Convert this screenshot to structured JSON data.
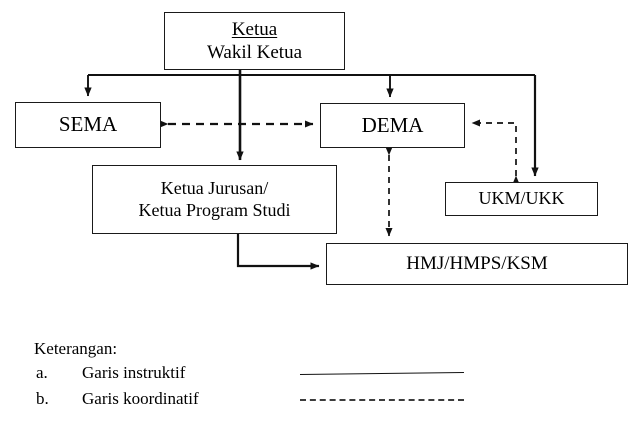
{
  "diagram": {
    "title_lines": {
      "ketua": "Ketua",
      "wakil_ketua": "Wakil Ketua"
    },
    "nodes": [
      {
        "id": "ketua",
        "lines": [
          "Ketua",
          "Wakil Ketua"
        ],
        "underline_first": true
      },
      {
        "id": "sema",
        "label": "SEMA"
      },
      {
        "id": "dema",
        "label": "DEMA"
      },
      {
        "id": "kajur",
        "lines": [
          "Ketua Jurusan/",
          "Ketua Program Studi"
        ]
      },
      {
        "id": "ukm",
        "label": "UKM/UKK"
      },
      {
        "id": "hmj",
        "label": "HMJ/HMPS/KSM"
      }
    ],
    "node_labels": {
      "sema": "SEMA",
      "dema": "DEMA",
      "ukm": "UKM/UKK",
      "hmj": "HMJ/HMPS/KSM",
      "kajur_line1": "Ketua Jurusan/",
      "kajur_line2": "Ketua Program Studi"
    },
    "edges": [
      {
        "from": "ketua",
        "to": "sema",
        "style": "solid",
        "direction": "one-way"
      },
      {
        "from": "ketua",
        "to": "dema",
        "style": "solid",
        "direction": "one-way"
      },
      {
        "from": "ketua",
        "to": "kajur",
        "style": "solid",
        "direction": "one-way"
      },
      {
        "from": "ketua",
        "to": "ukm",
        "style": "solid",
        "direction": "one-way"
      },
      {
        "from": "kajur",
        "to": "hmj",
        "style": "solid",
        "direction": "one-way"
      },
      {
        "from": "sema",
        "to": "dema",
        "style": "dashed",
        "direction": "two-way"
      },
      {
        "from": "dema",
        "to": "hmj",
        "style": "dashed",
        "direction": "two-way"
      },
      {
        "from": "ukm",
        "to": "dema",
        "style": "dashed",
        "direction": "one-way"
      }
    ],
    "colors": {
      "line": "#111111",
      "box_border": "#1a1a1a",
      "dashed_line": "#222222",
      "background": "#ffffff",
      "text": "#000000"
    }
  },
  "legend": {
    "title": "Keterangan:",
    "items": [
      {
        "marker": "a.",
        "label": "Garis instruktif",
        "sample": "solid-line"
      },
      {
        "marker": "b.",
        "label": "Garis koordinatif",
        "sample": "dashed-line"
      }
    ]
  }
}
